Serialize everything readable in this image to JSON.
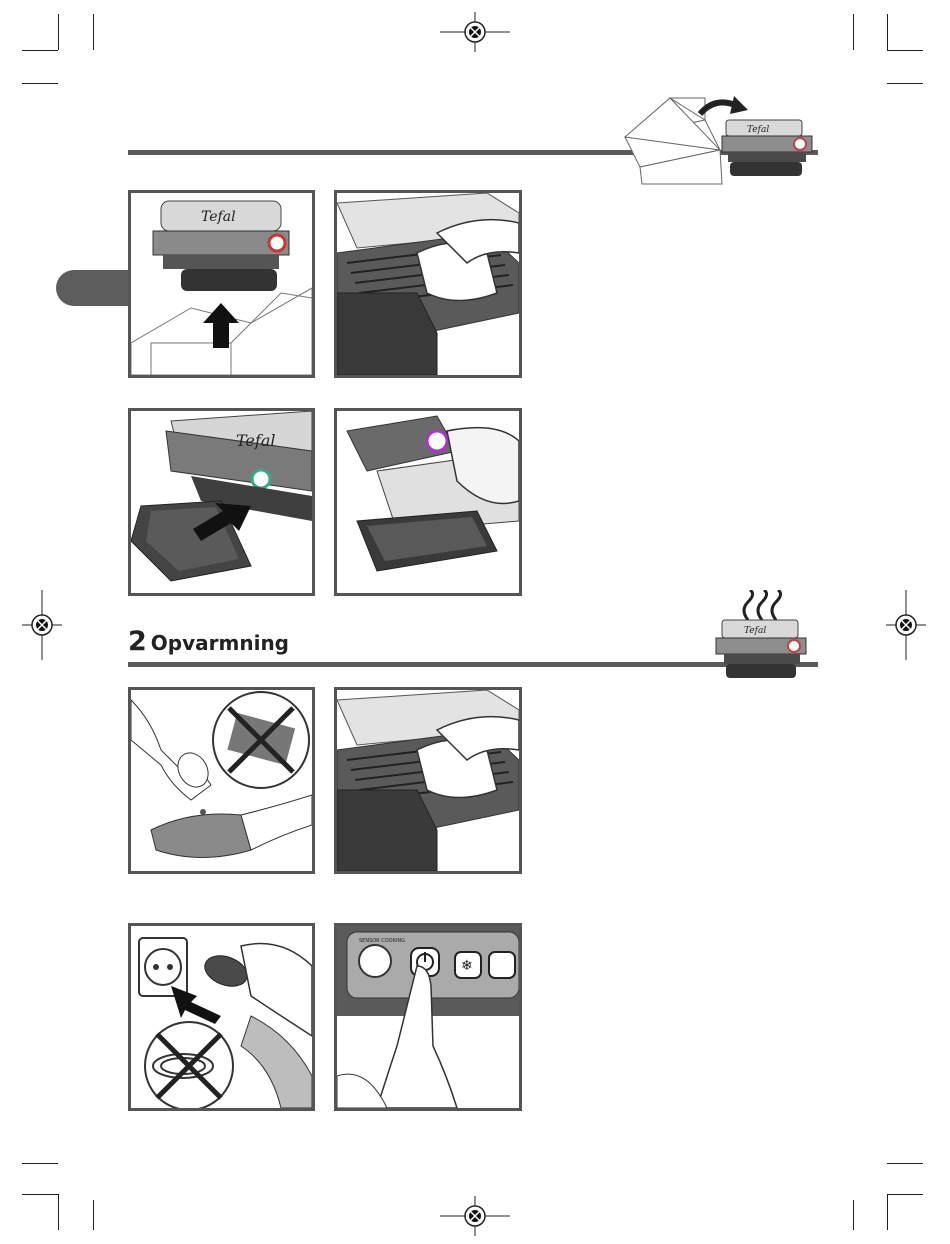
{
  "section": {
    "number": "2",
    "title": "Opvarmning"
  },
  "brand": {
    "logo_text": "Tefal"
  },
  "panels": [
    {
      "id": "grill-out-of-box",
      "icon": "arrow-up-icon"
    },
    {
      "id": "wipe-grill-plate",
      "icon": "cloth-icon"
    },
    {
      "id": "insert-drip-tray",
      "icon": "arrow-icon"
    },
    {
      "id": "slide-in-tray",
      "icon": "hand-icon"
    },
    {
      "id": "oil-no-scouring",
      "icon": "no-scouring-pad-icon"
    },
    {
      "id": "wipe-oil-plate",
      "icon": "cloth-icon"
    },
    {
      "id": "plug-in",
      "icon": "plug-icon"
    },
    {
      "id": "press-power",
      "icon": "power-button-icon"
    }
  ],
  "control_panel": {
    "dial_label": "SENSOR COOKING"
  },
  "colors": {
    "rule": "#5a5a5a",
    "panel_border": "#555555",
    "tab": "#5d5d5d"
  }
}
